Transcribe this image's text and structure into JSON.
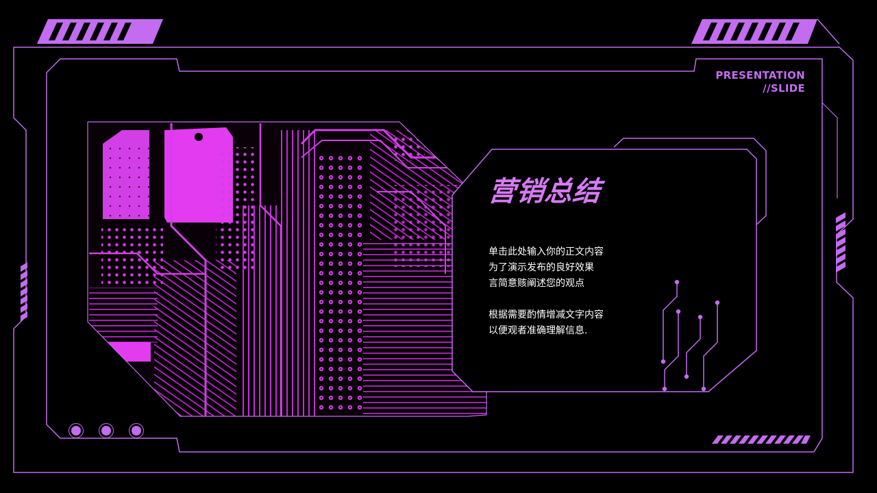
{
  "brand": {
    "line1": "PRESENTATION",
    "line2": "//SLIDE"
  },
  "title": "营销总结",
  "body": {
    "paragraph1": [
      "单击此处输入你的正文内容",
      "为了演示发布的良好效果",
      "言简意赅阐述您的观点"
    ],
    "paragraph2": [
      "根据需要酌情增减文字内容",
      "以便观者准确理解信息."
    ]
  },
  "colors": {
    "background": "#000000",
    "accent": "#c36cf0",
    "circuit": "#d23fe6",
    "title": "#d77af5",
    "text": "#ffffff"
  },
  "icons": {
    "decor_stripes": "stripe-bar-icon",
    "circuit_image": "circuit-board-image",
    "circuit_decor": "circuit-trace-icon",
    "dots": "dot-icon"
  }
}
